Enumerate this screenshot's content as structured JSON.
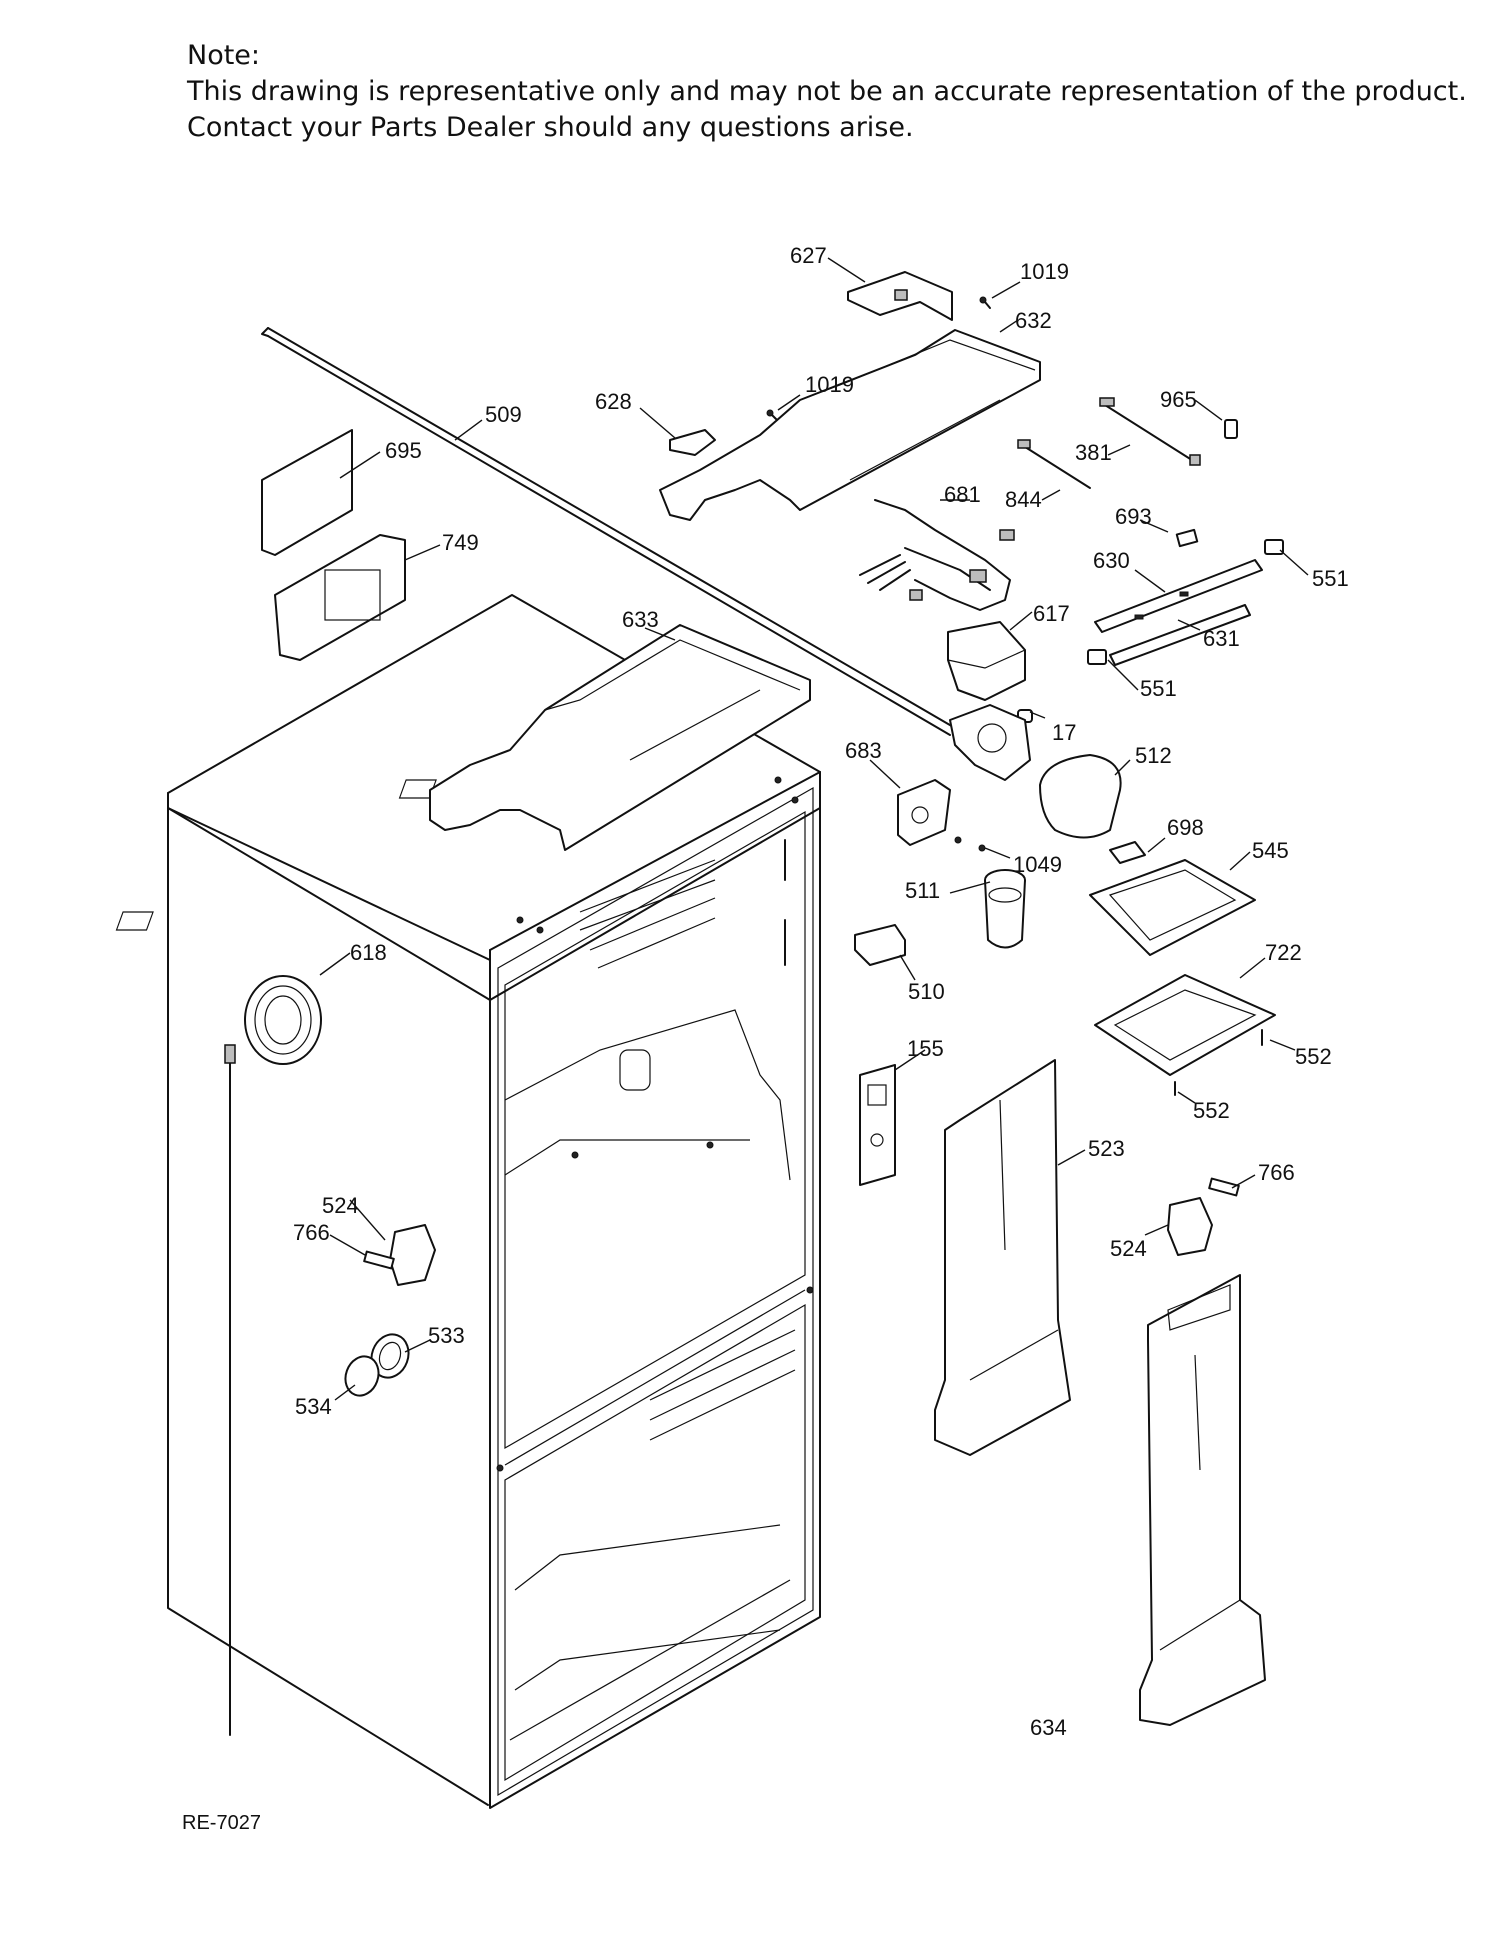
{
  "note": {
    "heading": "Note:",
    "line1": "This drawing is representative only and may not be an accurate representation of the product.",
    "line2": "Contact your Parts Dealer should any questions arise."
  },
  "diagram_code": "RE-7027",
  "callouts": [
    {
      "id": "c627",
      "text": "627"
    },
    {
      "id": "c1019a",
      "text": "1019"
    },
    {
      "id": "c632",
      "text": "632"
    },
    {
      "id": "c628",
      "text": "628"
    },
    {
      "id": "c1019b",
      "text": "1019"
    },
    {
      "id": "c509",
      "text": "509"
    },
    {
      "id": "c965",
      "text": "965"
    },
    {
      "id": "c381",
      "text": "381"
    },
    {
      "id": "c695",
      "text": "695"
    },
    {
      "id": "c844",
      "text": "844"
    },
    {
      "id": "c681",
      "text": "681"
    },
    {
      "id": "c749",
      "text": "749"
    },
    {
      "id": "c693",
      "text": "693"
    },
    {
      "id": "c630",
      "text": "630"
    },
    {
      "id": "c551a",
      "text": "551"
    },
    {
      "id": "c617",
      "text": "617"
    },
    {
      "id": "c633",
      "text": "633"
    },
    {
      "id": "c631",
      "text": "631"
    },
    {
      "id": "c551b",
      "text": "551"
    },
    {
      "id": "c17",
      "text": "17"
    },
    {
      "id": "c683",
      "text": "683"
    },
    {
      "id": "c512",
      "text": "512"
    },
    {
      "id": "c698",
      "text": "698"
    },
    {
      "id": "c1049",
      "text": "1049"
    },
    {
      "id": "c545",
      "text": "545"
    },
    {
      "id": "c511",
      "text": "511"
    },
    {
      "id": "c618",
      "text": "618"
    },
    {
      "id": "c510",
      "text": "510"
    },
    {
      "id": "c722",
      "text": "722"
    },
    {
      "id": "c155",
      "text": "155"
    },
    {
      "id": "c552a",
      "text": "552"
    },
    {
      "id": "c552b",
      "text": "552"
    },
    {
      "id": "c523",
      "text": "523"
    },
    {
      "id": "c766a",
      "text": "766"
    },
    {
      "id": "c524a",
      "text": "524"
    },
    {
      "id": "c766b",
      "text": "766"
    },
    {
      "id": "c524b",
      "text": "524"
    },
    {
      "id": "c533",
      "text": "533"
    },
    {
      "id": "c534",
      "text": "534"
    },
    {
      "id": "c634",
      "text": "634"
    }
  ]
}
